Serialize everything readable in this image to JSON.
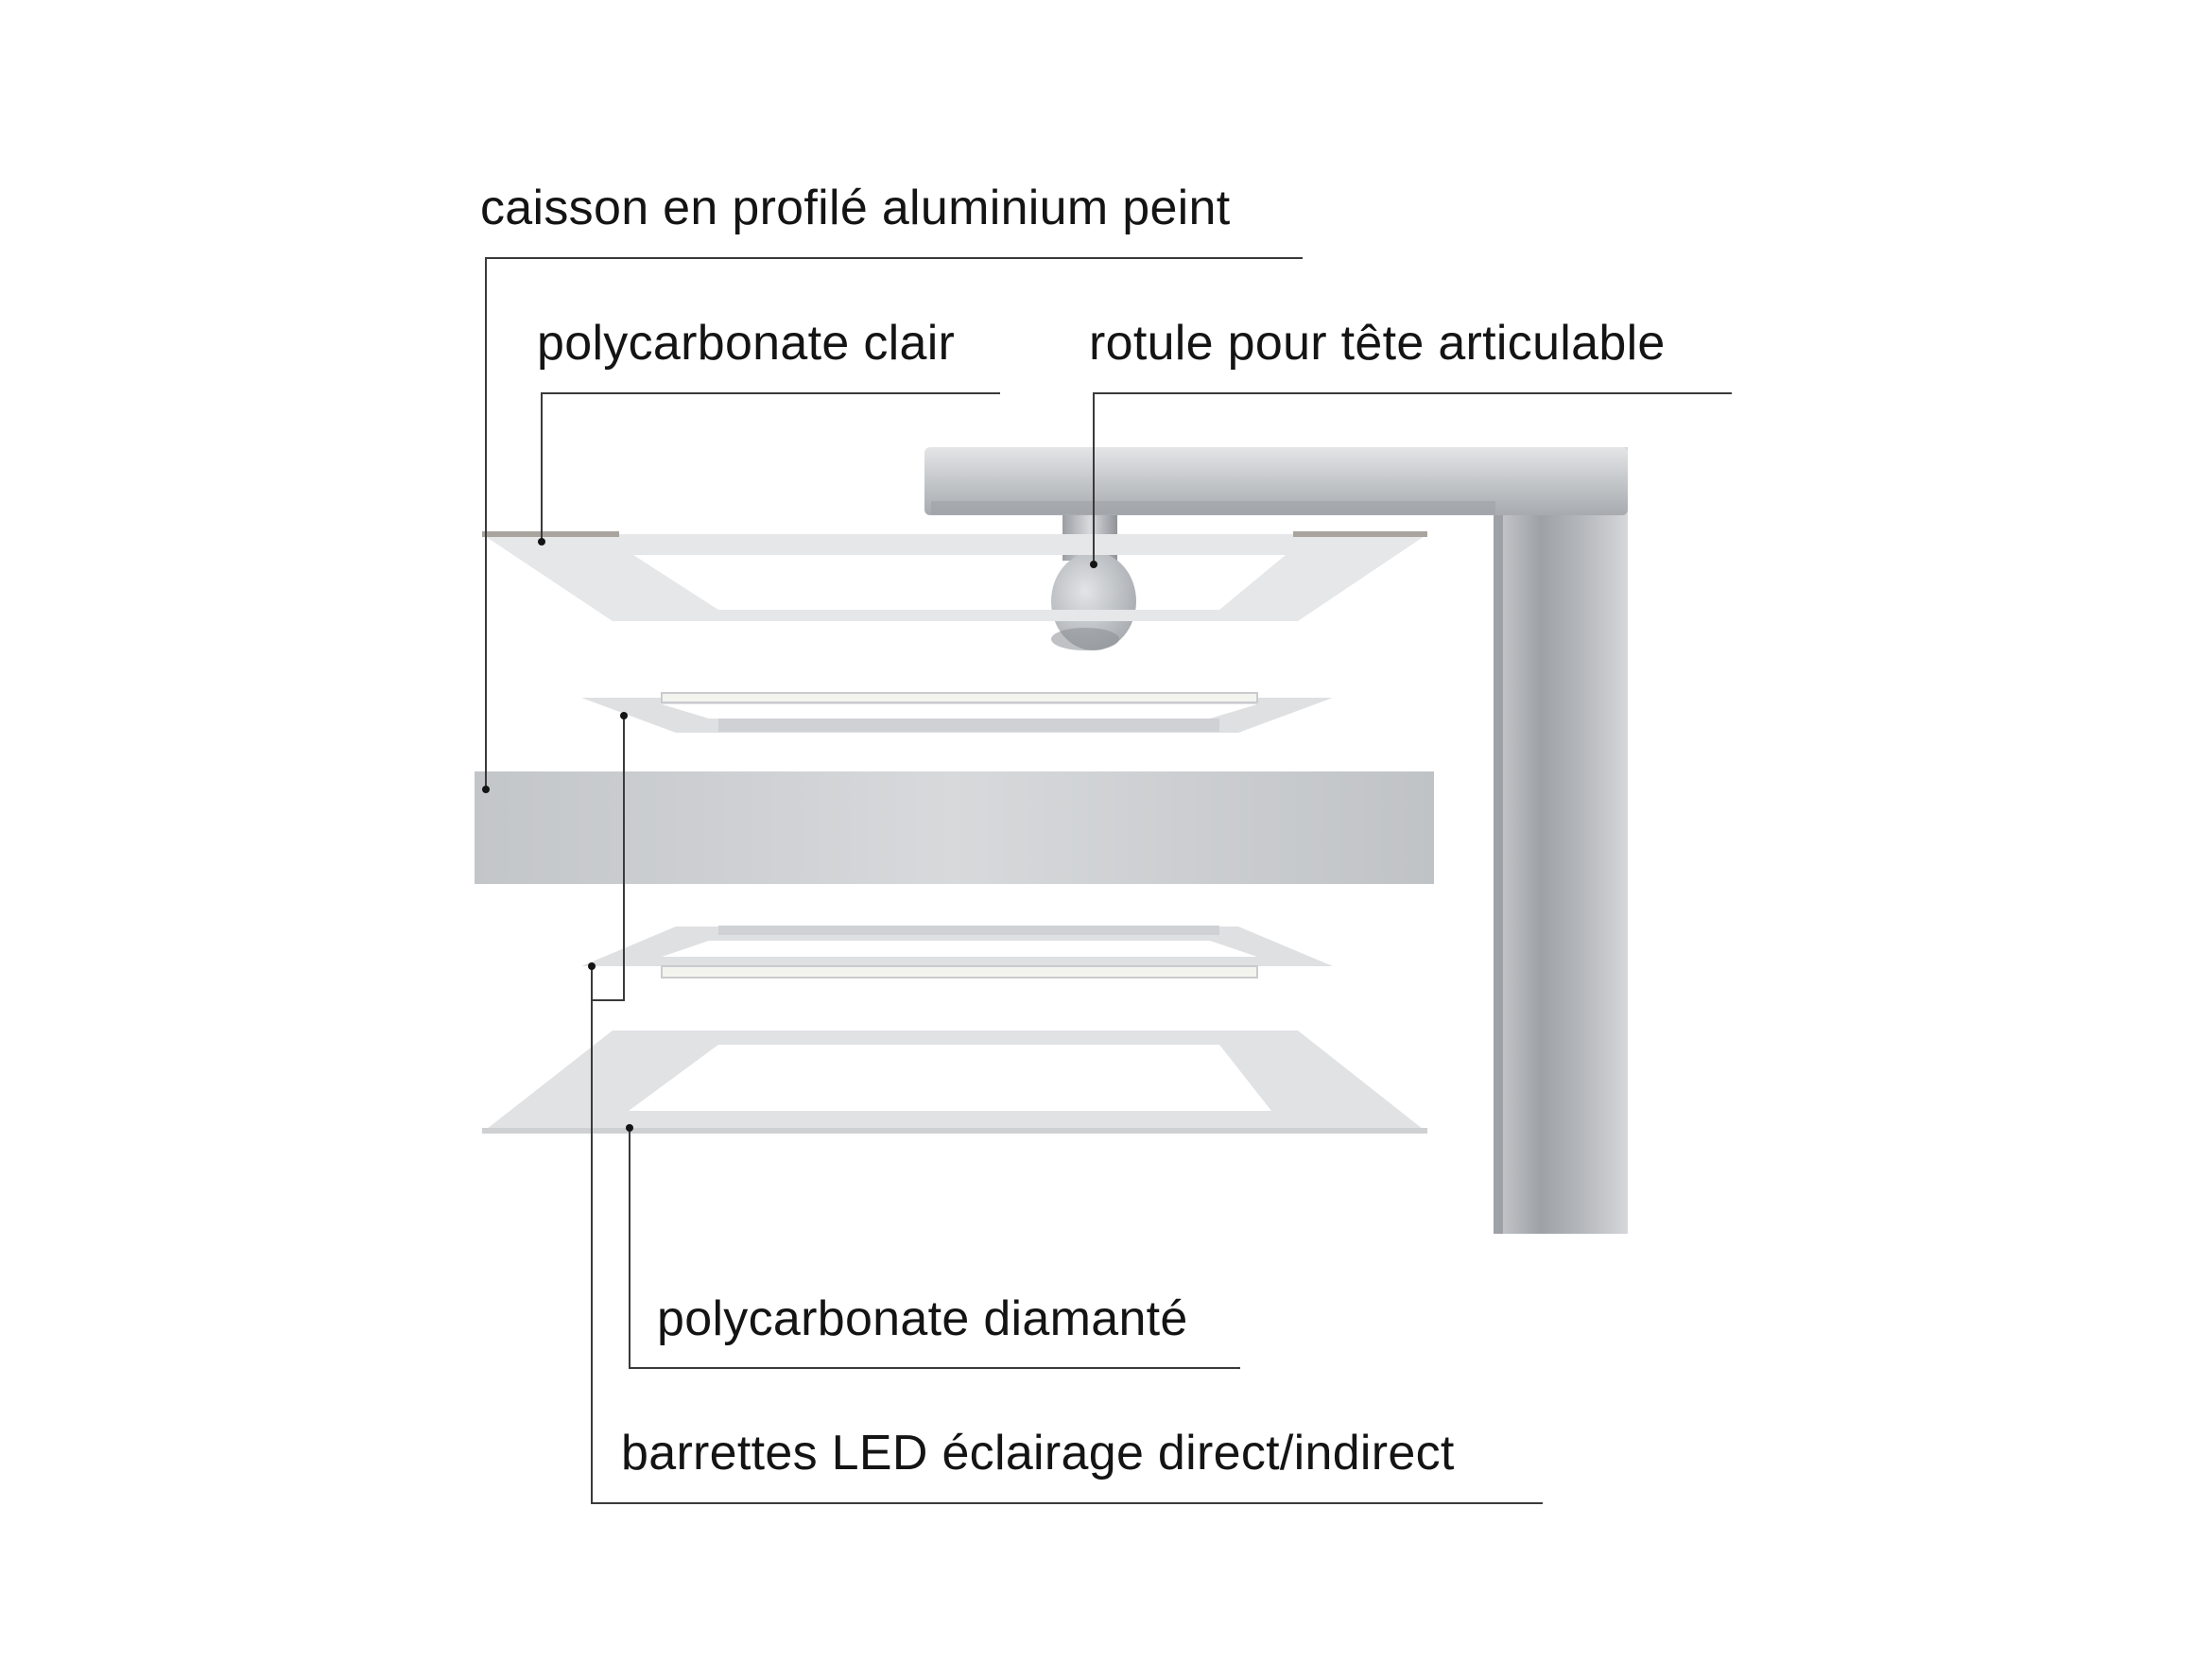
{
  "labels": {
    "caisson": "caisson en profilé aluminium peint",
    "polycarbonate_clair": "polycarbonate clair",
    "rotule": "rotule pour tête articulable",
    "polycarbonate_diamante": "polycarbonate diamanté",
    "barrettes_led": "barrettes LED éclairage direct/indirect"
  },
  "colors": {
    "text": "#141414",
    "leader_line": "#3a3a3a",
    "aluminium_light": "#d2d4d7",
    "aluminium_mid": "#b3b6ba",
    "aluminium_dark": "#8e9297",
    "polycarbonate": "#e6e7e8",
    "led": "#f4f4ef"
  }
}
